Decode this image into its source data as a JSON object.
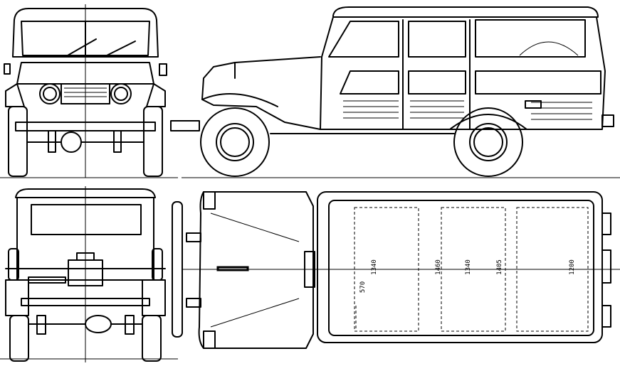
{
  "dimensions": [
    {
      "id": "d1",
      "value": "1340"
    },
    {
      "id": "d2",
      "value": "1460"
    },
    {
      "id": "d3",
      "value": "1340"
    },
    {
      "id": "d4",
      "value": "1405"
    },
    {
      "id": "d5",
      "value": "1200"
    },
    {
      "id": "d6",
      "value": "570"
    }
  ],
  "views": [
    "front",
    "side",
    "rear",
    "top"
  ]
}
